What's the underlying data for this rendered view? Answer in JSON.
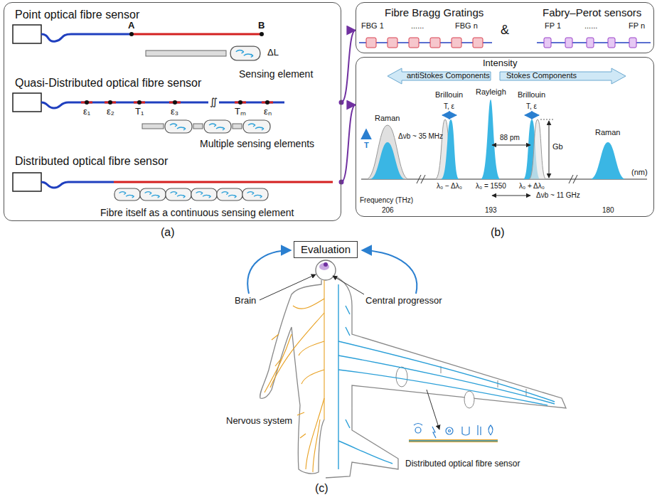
{
  "diagram": {
    "nodes": [
      {
        "text": [
          "Point optical fibre sensor",
          "Sensing element",
          "Quasi-Distributed optical fibre sensor",
          "Multiple sensing elements",
          "Distributed optical fibre sensor",
          "Fibre itself as a continuous sensing element"
        ]
      },
      {
        "text": [
          "Fibre Bragg Gratings",
          "&",
          "Fabry–Perot sensors"
        ]
      },
      {
        "text": [
          "Intensity"
        ]
      },
      {
        "text": [
          "Evaluation"
        ]
      }
    ],
    "edges": [
      {
        "from": 0,
        "to": 1,
        "arrow": "to"
      },
      {
        "from": 0,
        "to": 2,
        "arrow": "to"
      }
    ],
    "labels": [
      "A",
      "B",
      "ΔL",
      "ε₁",
      "ε₂",
      "T₁",
      "ε₃",
      "∬",
      "Tₘ",
      "εₙ",
      "(a)",
      "FBG 1",
      "......",
      "FBG n",
      "FP 1",
      "......",
      "FP n",
      "antiStokes Components",
      "Stokes Components",
      "Raman",
      "Brillouin",
      "Rayleigh",
      "Brillouin",
      "Raman",
      "T",
      "T, ε",
      "T, ε",
      "Δνb ~ 35 MHz",
      "88 pm",
      "Gb",
      "(nm)",
      "λ₀ − Δλ₀",
      "λ₀ = 1550",
      "λ₀ + Δλ₀",
      "Δνb ~ 11 GHz",
      "Frequency (THz)",
      "206",
      "193",
      "180",
      "(b)",
      "Brain",
      "Central progressor",
      "Nervous system",
      "Distributed optical fibre sensor",
      "(c)"
    ]
  }
}
